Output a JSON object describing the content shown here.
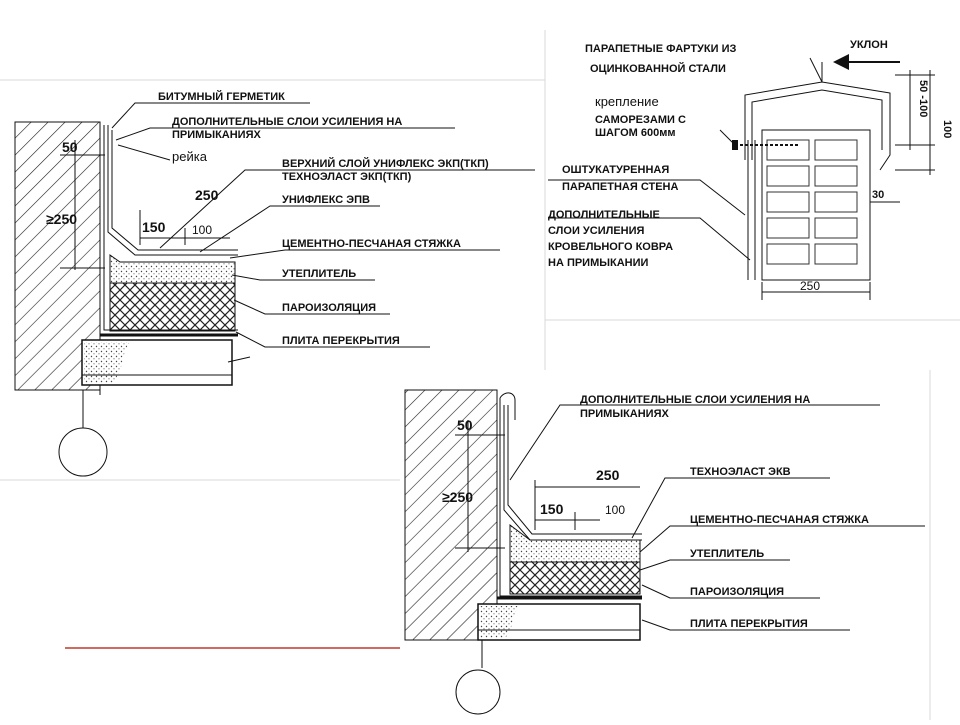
{
  "accent_line_color": "#c0392b",
  "detail1": {
    "labels": {
      "bitumen_sealant": "БИТУМНЫЙ ГЕРМЕТИК",
      "extra_layers_1": "ДОПОЛНИТЕЛЬНЫЕ СЛОИ УСИЛЕНИЯ НА",
      "extra_layers_2": "ПРИМЫКАНИЯХ",
      "rail": "рейка",
      "top_layer_1": "ВЕРХНИЙ СЛОЙ УНИФЛЕКС ЭКП(ТКП)",
      "top_layer_2": "ТЕХНОЭЛАСТ ЭКП(ТКП)",
      "uniflex": "УНИФЛЕКС ЭПВ",
      "screed": "ЦЕМЕНТНО-ПЕСЧАНАЯ СТЯЖКА",
      "insulation": "УТЕПЛИТЕЛЬ",
      "vapor_barrier": "ПАРОИЗОЛЯЦИЯ",
      "slab": "ПЛИТА ПЕРЕКРЫТИЯ"
    },
    "dims": {
      "d50": "50",
      "d250_vert": "≥250",
      "d250": "250",
      "d150": "150",
      "d100": "100"
    }
  },
  "detail2": {
    "labels": {
      "apron_1": "ПАРАПЕТНЫЕ ФАРТУКИ ИЗ",
      "apron_2": "ОЦИНКОВАННОЙ СТАЛИ",
      "slope": "УКЛОН",
      "fastening": "крепление",
      "screws_1": "САМОРЕЗАМИ С",
      "screws_2": "ШАГОМ 600мм",
      "plastered_1": "ОШТУКАТУРЕННАЯ",
      "plastered_2": "ПАРАПЕТНАЯ СТЕНА",
      "extra_1": "ДОПОЛНИТЕЛЬНЫЕ",
      "extra_2": "СЛОИ УСИЛЕНИЯ",
      "extra_3": "КРОВЕЛЬНОГО КОВРА",
      "extra_4": "НА ПРИМЫКАНИИ"
    },
    "dims": {
      "d50_100": "50 -100",
      "d100": "100",
      "d30": "30",
      "d250": "250"
    }
  },
  "detail3": {
    "labels": {
      "extra_layers_1": "ДОПОЛНИТЕЛЬНЫЕ СЛОИ УСИЛЕНИЯ НА",
      "extra_layers_2": "ПРИМЫКАНИЯХ",
      "technoelast": "ТЕХНОЭЛАСТ ЭКВ",
      "screed": "ЦЕМЕНТНО-ПЕСЧАНАЯ СТЯЖКА",
      "insulation": "УТЕПЛИТЕЛЬ",
      "vapor_barrier": "ПАРОИЗОЛЯЦИЯ",
      "slab": "ПЛИТА ПЕРЕКРЫТИЯ"
    },
    "dims": {
      "d50": "50",
      "d250_vert": "≥250",
      "d250": "250",
      "d150": "150",
      "d100": "100"
    }
  }
}
